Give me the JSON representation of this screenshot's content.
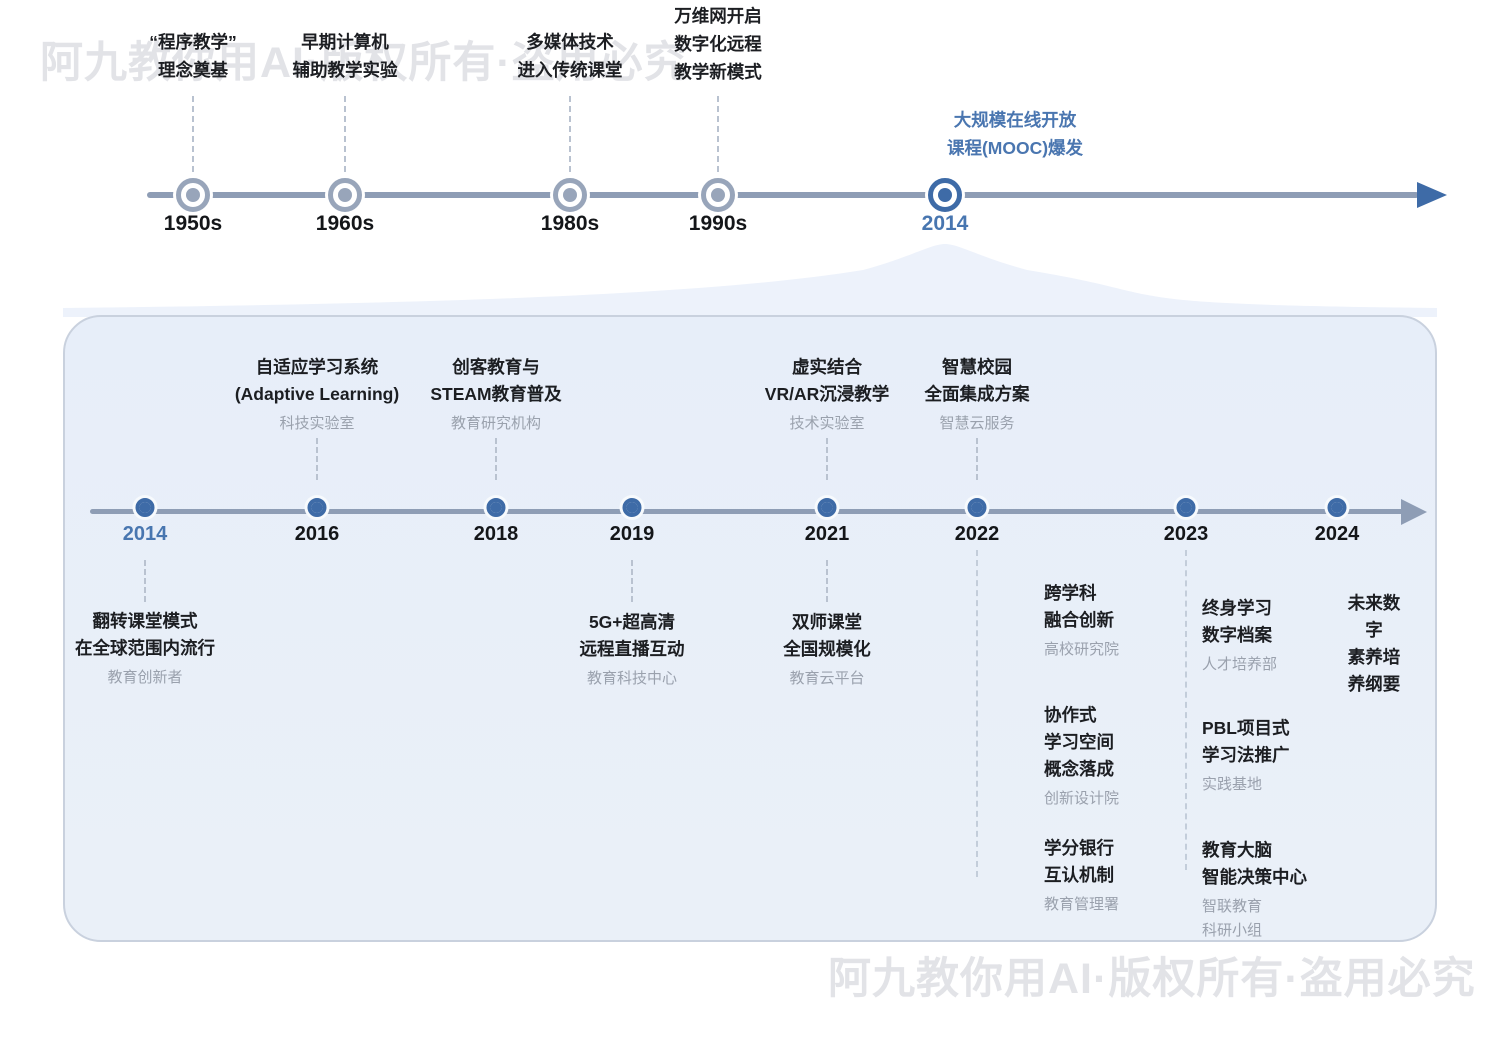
{
  "watermark": "阿九教你用AI·版权所有·盗用必究",
  "colors": {
    "accent_blue": "#3e6ba7",
    "blue_text": "#4a76b0",
    "line_gray": "#8e9db5",
    "gray_node": "#98a5ba",
    "panel_bg": "#e8eef8",
    "panel_border": "#c9d1de",
    "muted_text": "#9aa1ad",
    "watermark_gray": "#e2e3e7"
  },
  "top_timeline": {
    "items": [
      {
        "year": "1950s",
        "label": "“程序教学”\n理念奠基"
      },
      {
        "year": "1960s",
        "label": "早期计算机\n辅助教学实验"
      },
      {
        "year": "1980s",
        "label": "多媒体技术\n进入传统课堂"
      },
      {
        "year": "1990s",
        "label": "万维网开启\n数字化远程\n教学新模式"
      },
      {
        "year": "2014",
        "label": "大规模在线开放\n课程(MOOC)爆发"
      }
    ]
  },
  "detail_timeline": {
    "years": [
      "2014",
      "2016",
      "2018",
      "2019",
      "2021",
      "2022",
      "2023",
      "2024"
    ],
    "above_events": [
      {
        "year": "2016",
        "title": "自适应学习系统\n(Adaptive Learning)",
        "org": "科技实验室"
      },
      {
        "year": "2018",
        "title": "创客教育与\nSTEAM教育普及",
        "org": "教育研究机构"
      },
      {
        "year": "2021",
        "title": "虚实结合\nVR/AR沉浸教学",
        "org": "技术实验室"
      },
      {
        "year": "2022",
        "title": "智慧校园\n全面集成方案",
        "org": "智慧云服务"
      }
    ],
    "below_events": [
      {
        "year": "2014",
        "title": "翻转课堂模式\n在全球范围内流行",
        "org": "教育创新者"
      },
      {
        "year": "2019",
        "title": "5G+超高清\n远程直播互动",
        "org": "教育科技中心"
      },
      {
        "year": "2021",
        "title": "双师课堂\n全国规模化",
        "org": "教育云平台"
      },
      {
        "year": "2024",
        "title": "未来数字\n素养培养纲要"
      }
    ],
    "column_2022": [
      {
        "title": "跨学科\n融合创新",
        "org": "高校研究院"
      },
      {
        "title": "协作式\n学习空间\n概念落成",
        "org": "创新设计院"
      },
      {
        "title": "学分银行\n互认机制",
        "org": "教育管理署"
      }
    ],
    "column_2023": [
      {
        "title": "终身学习\n数字档案",
        "org": "人才培养部"
      },
      {
        "title": "PBL项目式\n学习法推广",
        "org": "实践基地"
      },
      {
        "title": "教育大脑\n智能决策中心",
        "org": "智联教育\n科研小组"
      }
    ]
  }
}
